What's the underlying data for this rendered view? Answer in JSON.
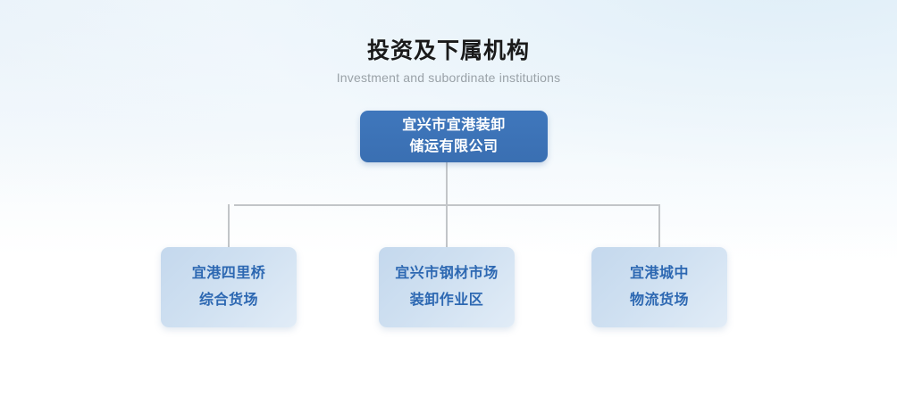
{
  "heading": {
    "title": "投资及下属机构",
    "subtitle": "Investment and subordinate institutions"
  },
  "colors": {
    "root_node_bg": "#3b72b8",
    "root_node_text": "#ffffff",
    "child_node_bg": "#c9dcef",
    "child_node_text": "#2d68b2",
    "connector_line": "#c2c5c8",
    "title_text": "#1a1a1a",
    "subtitle_text": "#9aa2a8",
    "page_background": "#ffffff",
    "page_background_tint": "#e3eff7"
  },
  "org_chart": {
    "root": {
      "label": "宜兴市宜港装卸\n储运有限公司",
      "label_full": "宜兴市宜港装卸储运有限公司"
    },
    "children": [
      {
        "label": "宜港四里桥\n综合货场",
        "label_full": "宜港四里桥综合货场"
      },
      {
        "label": "宜兴市钢材市场\n装卸作业区",
        "label_full": "宜兴市钢材市场装卸作业区"
      },
      {
        "label": "宜港城中\n物流货场",
        "label_full": "宜港城中物流货场"
      }
    ]
  }
}
